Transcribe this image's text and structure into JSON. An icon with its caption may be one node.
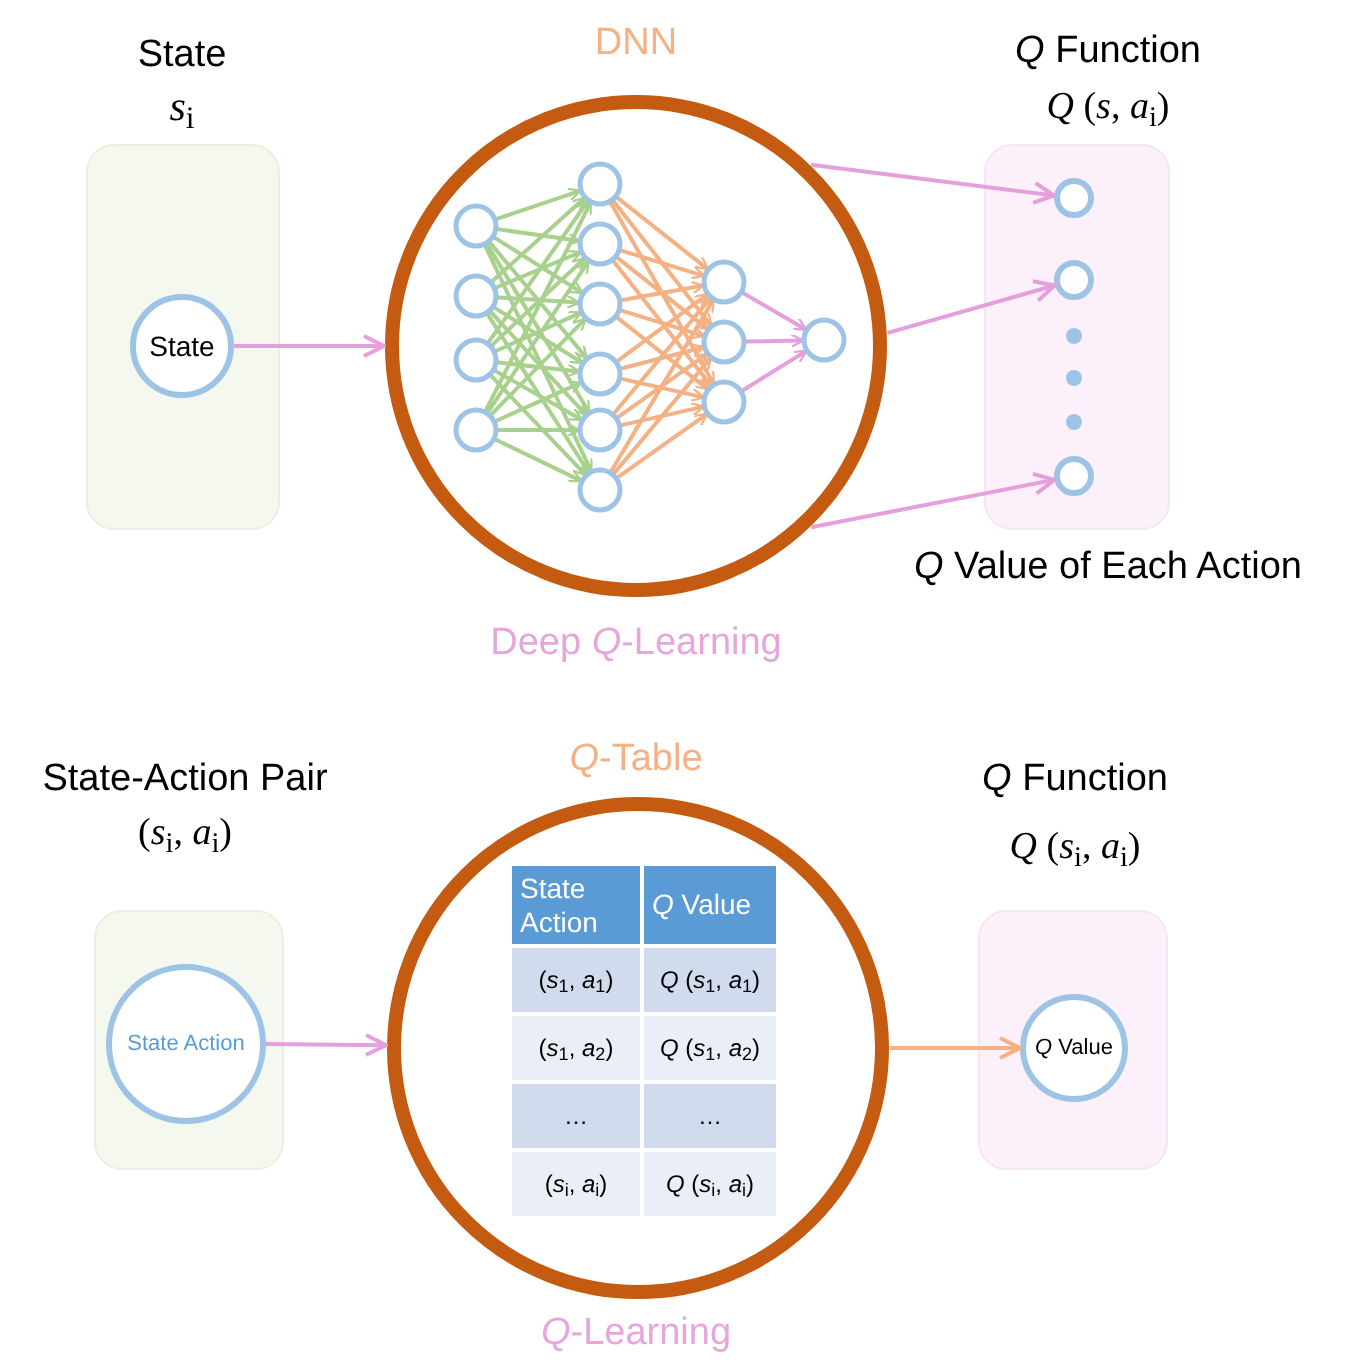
{
  "diagram": {
    "nodes": [
      {
        "text": [
          "State",
          "*s*$_{i}$"
        ]
      },
      {
        "text": [
          "State"
        ],
        "in": 0
      },
      {
        "text": [
          "DNN",
          "Deep *Q*-Learning"
        ]
      },
      {
        "text": [
          "*Q* Function",
          "*Q* (*s*, *a*$_{i}$)"
        ],
        "beside": [
          "*Q* Value of Each Action"
        ]
      },
      {
        "text": [],
        "shape": "circle",
        "in": 3
      },
      {
        "text": [],
        "shape": "circle",
        "in": 3
      },
      {
        "text": [],
        "shape": "circle",
        "in": 3
      },
      {
        "text": [
          "State-Action Pair",
          "(*s*$_{i}$, *a*$_{i}$)"
        ]
      },
      {
        "text": [
          "State Action"
        ],
        "in": 7
      },
      {
        "text": [
          "*Q*-Table",
          "*Q*-Learning"
        ]
      },
      {
        "text": [
          "*Q* Function",
          "*Q* (*s*$_{i}$, *a*$_{i}$)"
        ]
      },
      {
        "text": [
          "*Q* Value"
        ],
        "in": 10
      }
    ],
    "edges": [
      {
        "from": 1,
        "to": 2,
        "arrow": "to"
      },
      {
        "from": 2,
        "to": 4,
        "arrow": "to"
      },
      {
        "from": 2,
        "to": 5,
        "arrow": "to"
      },
      {
        "from": 2,
        "to": 6,
        "arrow": "to"
      },
      {
        "from": 8,
        "to": 9,
        "arrow": "to"
      },
      {
        "from": 9,
        "to": 11,
        "arrow": "to",
        "color": "#f4b183"
      }
    ],
    "labels": [
      "State Action",
      "*Q* Value",
      "(*s*$_{1}$, *a*$_{1}$)",
      "*Q* (*s*$_{1}$, *a*$_{1}$)",
      "(*s*$_{1}$, *a*$_{2}$)",
      "*Q* (*s*$_{1}$, *a*$_{2}$)",
      "…",
      "…",
      "(*s*$_{i}$, *a*$_{i}$)",
      "*Q* (*s*$_{i}$, *a*$_{i}$)"
    ]
  }
}
